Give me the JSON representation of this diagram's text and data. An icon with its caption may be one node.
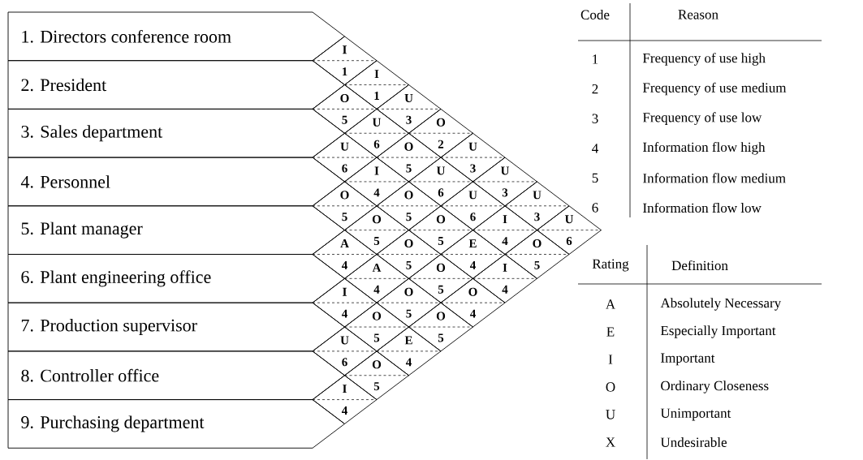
{
  "diagram": {
    "nodes": [
      {
        "text": [
          "1. Directors conference room"
        ]
      },
      {
        "text": [
          "2. President"
        ]
      },
      {
        "text": [
          "3. Sales department"
        ]
      },
      {
        "text": [
          "4. Personnel"
        ]
      },
      {
        "text": [
          "5. Plant manager"
        ]
      },
      {
        "text": [
          "6. Plant engineering office"
        ]
      },
      {
        "text": [
          "7. Production supervisor"
        ]
      },
      {
        "text": [
          "8. Controller office"
        ]
      },
      {
        "text": [
          "9. Purchasing department"
        ]
      },
      {
        "text": [
          "I",
          "1"
        ]
      },
      {
        "text": [
          "I",
          "1"
        ]
      },
      {
        "text": [
          "U",
          "3"
        ]
      },
      {
        "text": [
          "O",
          "2"
        ]
      },
      {
        "text": [
          "U",
          "3"
        ]
      },
      {
        "text": [
          "U",
          "3"
        ]
      },
      {
        "text": [
          "U",
          "3"
        ]
      },
      {
        "text": [
          "U",
          "6"
        ]
      },
      {
        "text": [
          "O",
          "5"
        ]
      },
      {
        "text": [
          "U",
          "6"
        ]
      },
      {
        "text": [
          "O",
          "5"
        ]
      },
      {
        "text": [
          "U",
          "6"
        ]
      },
      {
        "text": [
          "U",
          "6"
        ]
      },
      {
        "text": [
          "I",
          "4"
        ]
      },
      {
        "text": [
          "O",
          "5"
        ]
      },
      {
        "text": [
          "U",
          "6"
        ]
      },
      {
        "text": [
          "I",
          "4"
        ]
      },
      {
        "text": [
          "O",
          "5"
        ]
      },
      {
        "text": [
          "O",
          "5"
        ]
      },
      {
        "text": [
          "E",
          "4"
        ]
      },
      {
        "text": [
          "I",
          "4"
        ]
      },
      {
        "text": [
          "O",
          "5"
        ]
      },
      {
        "text": [
          "O",
          "5"
        ]
      },
      {
        "text": [
          "O",
          "5"
        ]
      },
      {
        "text": [
          "O",
          "5"
        ]
      },
      {
        "text": [
          "O",
          "4"
        ]
      },
      {
        "text": [
          "A",
          "4"
        ]
      },
      {
        "text": [
          "A",
          "4"
        ]
      },
      {
        "text": [
          "O",
          "5"
        ]
      },
      {
        "text": [
          "O",
          "5"
        ]
      },
      {
        "text": [
          "I",
          "4"
        ]
      },
      {
        "text": [
          "O",
          "5"
        ]
      },
      {
        "text": [
          "E",
          "4"
        ]
      },
      {
        "text": [
          "U",
          "6"
        ]
      },
      {
        "text": [
          "O",
          "5"
        ]
      },
      {
        "text": [
          "I",
          "4"
        ]
      }
    ],
    "labels": [
      "Code",
      "Reason",
      "1",
      "Frequency of use high",
      "2",
      "Frequency of use medium",
      "3",
      "Frequency of use low",
      "4",
      "Information flow high",
      "5",
      "Information flow medium",
      "6",
      "Information flow low",
      "Rating",
      "Definition",
      "A",
      "Absolutely Necessary",
      "E",
      "Especially Important",
      "I",
      "Important",
      "O",
      "Ordinary Closeness",
      "U",
      "Unimportant",
      "X",
      "Undesirable"
    ]
  }
}
